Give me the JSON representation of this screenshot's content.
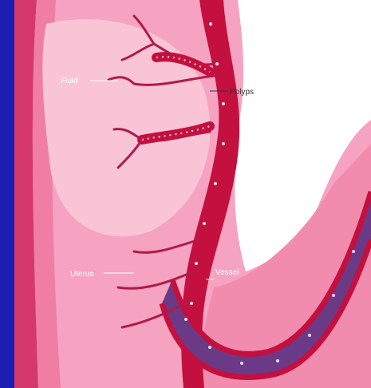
{
  "labels": {
    "fluid": "Fluid",
    "polyps": "Polyps",
    "uterus": "Uterus",
    "vessel": "Vessel"
  },
  "colors": {
    "background": "#1a1aa8",
    "tissue_light": "#f7b3c9",
    "tissue_mid": "#ee7fa3",
    "vessel_red": "#c3103f",
    "vessel_purple": "#6b3a86",
    "label_text": "#ffffff"
  }
}
